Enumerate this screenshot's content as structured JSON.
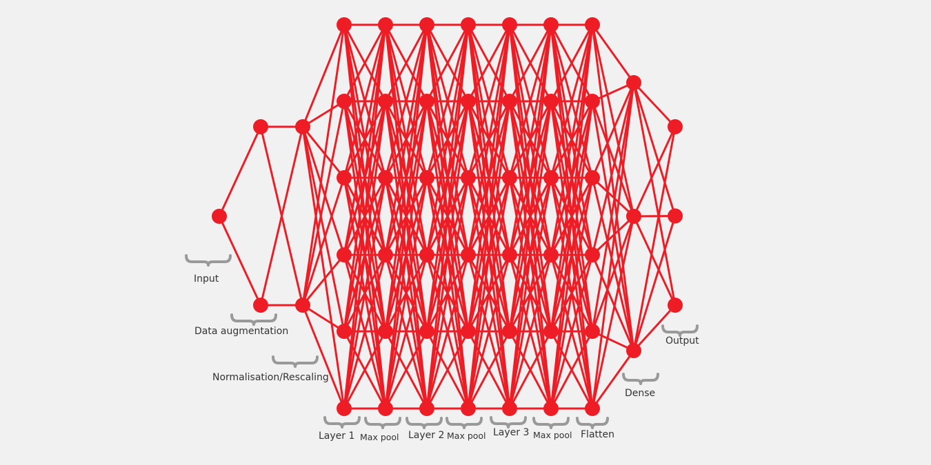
{
  "colors": {
    "network": "#ee1c25",
    "brace": "#999999",
    "text": "#333333",
    "background": "#f1f1f1"
  },
  "layers": [
    {
      "id": "input",
      "label": "Input",
      "neurons": 1
    },
    {
      "id": "augmentation",
      "label": "Data augmentation",
      "neurons": 2
    },
    {
      "id": "normalisation",
      "label": "Normalisation/Rescaling",
      "neurons": 2
    },
    {
      "id": "layer1",
      "label": "Layer 1",
      "neurons": 6
    },
    {
      "id": "maxpool1",
      "label": "Max pool",
      "neurons": 6
    },
    {
      "id": "layer2",
      "label": "Layer 2",
      "neurons": 6
    },
    {
      "id": "maxpool2",
      "label": "Max pool",
      "neurons": 6
    },
    {
      "id": "layer3",
      "label": "Layer 3",
      "neurons": 6
    },
    {
      "id": "maxpool3",
      "label": "Max pool",
      "neurons": 6
    },
    {
      "id": "flatten",
      "label": "Flatten",
      "neurons": 6
    },
    {
      "id": "dense",
      "label": "Dense",
      "neurons": 3
    },
    {
      "id": "output",
      "label": "Output",
      "neurons": 3
    }
  ]
}
